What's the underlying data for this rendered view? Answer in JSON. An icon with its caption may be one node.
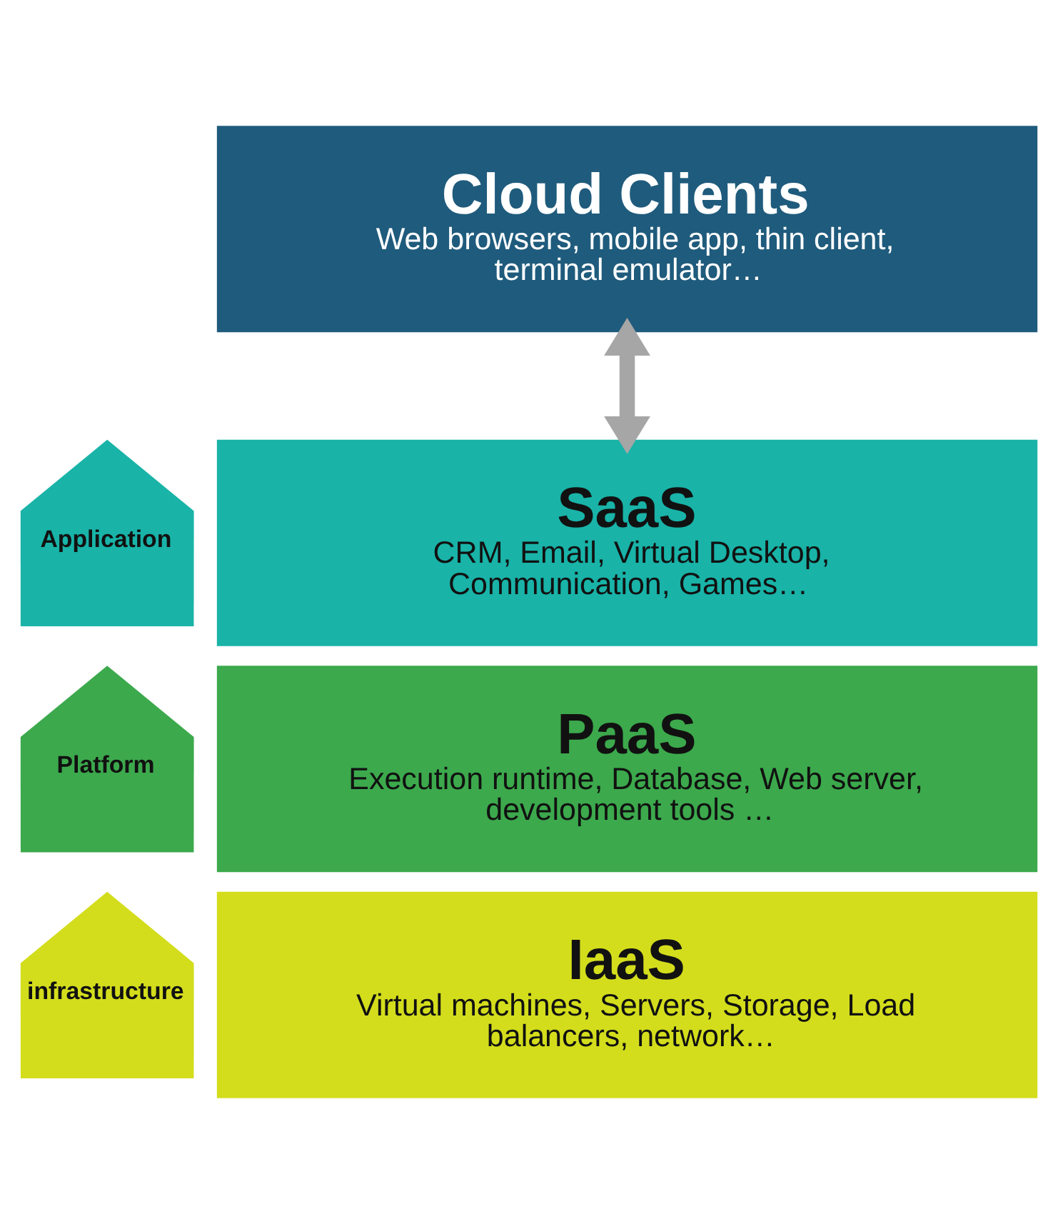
{
  "diagram": {
    "nodes": [
      {
        "text": [
          "Cloud Clients",
          "Web browsers, mobile app, thin client, terminal emulator…"
        ]
      },
      {
        "text": [
          "SaaS",
          "CRM, Email, Virtual Desktop, Communication, Games…"
        ]
      },
      {
        "text": [
          "PaaS",
          "Execution runtime, Database, Web server, development tools …"
        ]
      },
      {
        "text": [
          "IaaS",
          "Virtual machines, Servers, Storage, Load balancers, network…"
        ]
      },
      {
        "text": [
          "Application"
        ]
      },
      {
        "text": [
          "Platform"
        ]
      },
      {
        "text": [
          "infrastructure"
        ]
      }
    ],
    "edges": [
      {
        "from": 0,
        "to": 1,
        "arrow": "both",
        "color": "#a6a6a6"
      }
    ]
  }
}
